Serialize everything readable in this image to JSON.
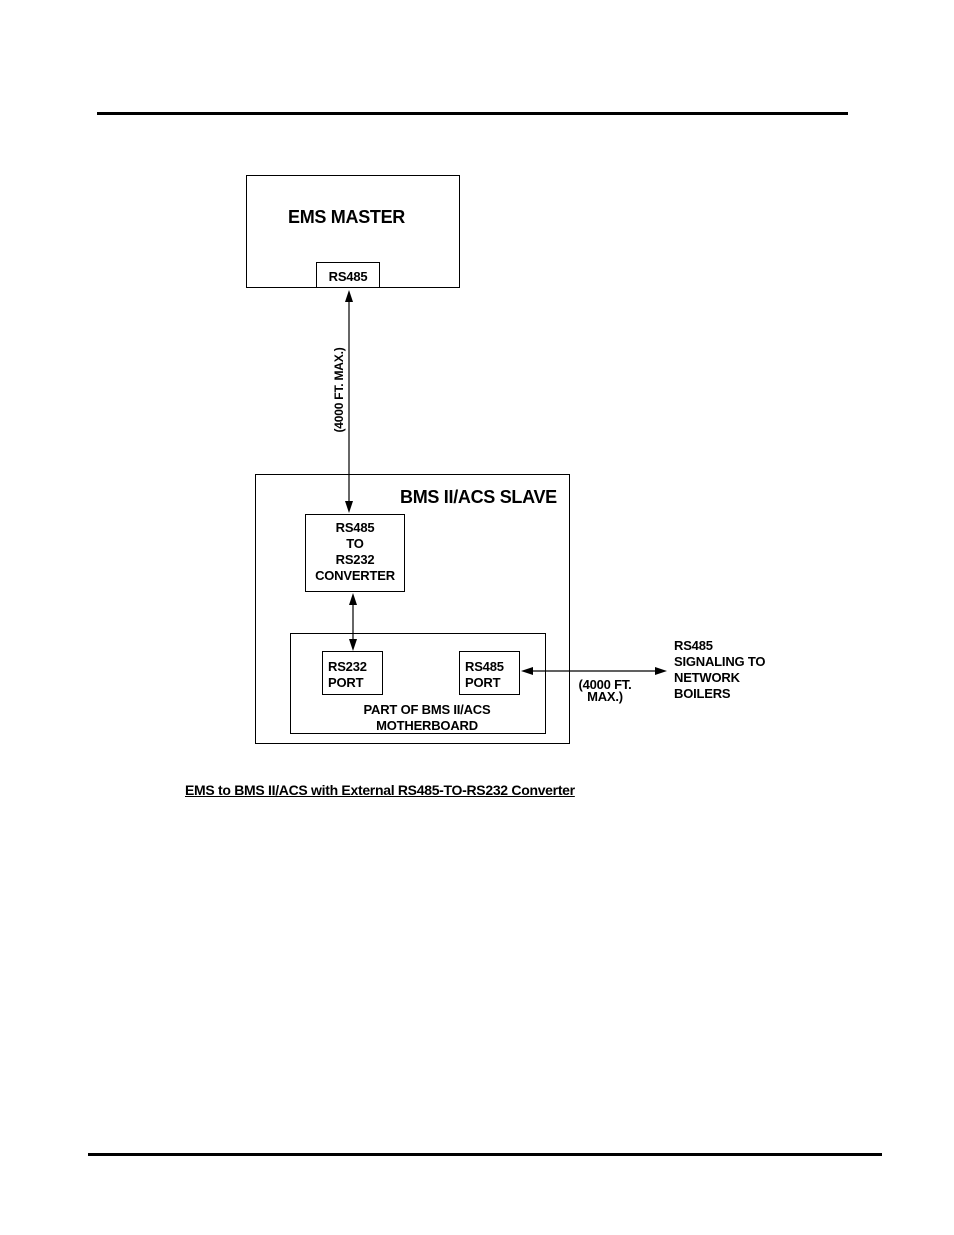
{
  "ems_master": {
    "title": "EMS MASTER",
    "port": "RS485"
  },
  "link_master_slave": {
    "label": "(4000 FT. MAX.)"
  },
  "bms_slave": {
    "title": "BMS II/ACS SLAVE",
    "converter_lines": [
      "RS485",
      "TO",
      "RS232",
      "CONVERTER"
    ],
    "motherboard": {
      "port_rs232_lines": [
        "RS232",
        "PORT"
      ],
      "port_rs485_lines": [
        "RS485",
        "PORT"
      ],
      "caption_lines": [
        "PART OF BMS II/ACS",
        "MOTHERBOARD"
      ]
    }
  },
  "link_network": {
    "label_lines": [
      "(4000 FT.",
      "MAX.)"
    ]
  },
  "network_target": {
    "lines": [
      "RS485",
      "SIGNALING TO",
      "NETWORK",
      "BOILERS"
    ]
  },
  "figure_caption": "EMS to BMS II/ACS with External RS485-TO-RS232 Converter"
}
